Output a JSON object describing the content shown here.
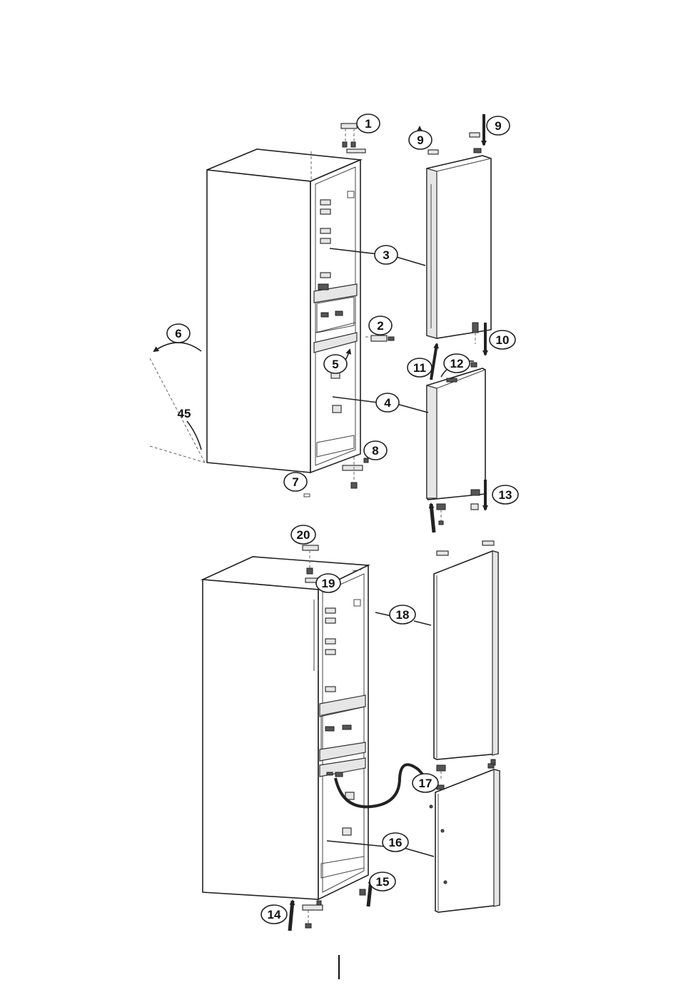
{
  "diagram": {
    "callouts": {
      "c1": "1",
      "c2": "2",
      "c3": "3",
      "c4": "4",
      "c5": "5",
      "c6": "6",
      "c7": "7",
      "c8": "8",
      "c9a": "9",
      "c9b": "9",
      "c10": "10",
      "c11": "11",
      "c12": "12",
      "c13": "13",
      "c14": "14",
      "c15": "15",
      "c16": "16",
      "c17": "17",
      "c18": "18",
      "c19": "19",
      "c20": "20"
    },
    "angle_label": "45"
  }
}
